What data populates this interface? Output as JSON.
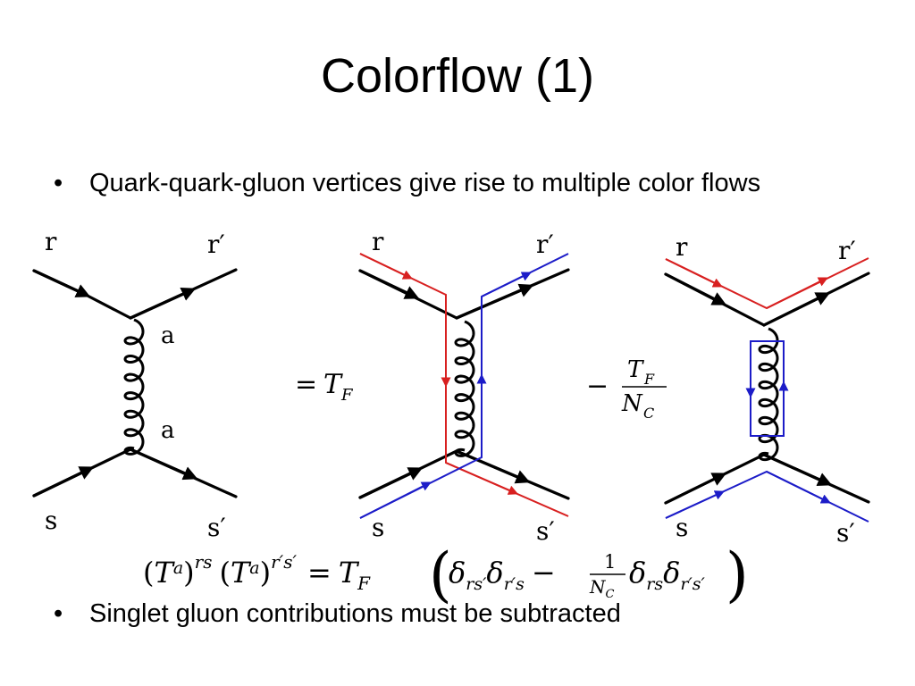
{
  "slide": {
    "title": "Colorflow (1)",
    "bullets": [
      "Quark-quark-gluon vertices give rise to multiple color flows",
      "Singlet gluon contributions must be subtracted"
    ],
    "bullet_symbol": "•"
  },
  "diagrams": {
    "labels": {
      "r": "r",
      "r_prime": "r′",
      "s": "s",
      "s_prime": "s′",
      "a": "a"
    },
    "factor_1": {
      "equals": "=",
      "T": "T",
      "F": "F"
    },
    "factor_2": {
      "minus": "−",
      "T": "T",
      "F": "F",
      "N": "N",
      "C": "C"
    }
  },
  "formula": {
    "T": "T",
    "a": "a",
    "rs": "rs",
    "rps": "r′s′",
    "equals": "=",
    "F": "F",
    "delta": "δ",
    "sub_1": "rs′",
    "sub_2": "r′s",
    "minus": "−",
    "one": "1",
    "N": "N",
    "C": "C",
    "sub_3": "rs",
    "sub_4": "r′s′",
    "lparen": "(",
    "rparen": ")"
  },
  "colors": {
    "red": "#d82020",
    "blue": "#1c1cc8",
    "black": "#000000"
  }
}
